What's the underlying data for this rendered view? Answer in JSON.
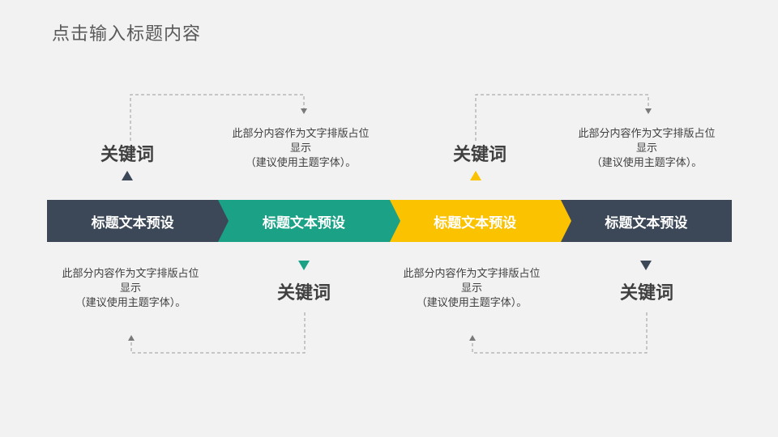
{
  "title": "点击输入标题内容",
  "colors": {
    "dark": "#3c4858",
    "green": "#1aa186",
    "yellow": "#fbc200",
    "connector": "#9a9a9a"
  },
  "segments": [
    {
      "label": "标题文本预设",
      "color": "#3c4858"
    },
    {
      "label": "标题文本预设",
      "color": "#1aa186"
    },
    {
      "label": "标题文本预设",
      "color": "#fbc200"
    },
    {
      "label": "标题文本预设",
      "color": "#3c4858"
    }
  ],
  "keywords": [
    "关键词",
    "关键词",
    "关键词",
    "关键词"
  ],
  "descriptions": [
    {
      "line1": "此部分内容作为文字排版占位",
      "line2": "显示",
      "line3": "（建议使用主题字体）。"
    },
    {
      "line1": "此部分内容作为文字排版占位",
      "line2": "显示",
      "line3": "（建议使用主题字体）。"
    },
    {
      "line1": "此部分内容作为文字排版占位",
      "line2": "显示",
      "line3": "（建议使用主题字体）。"
    },
    {
      "line1": "此部分内容作为文字排版占位",
      "line2": "显示",
      "line3": "（建议使用主题字体）。"
    }
  ]
}
